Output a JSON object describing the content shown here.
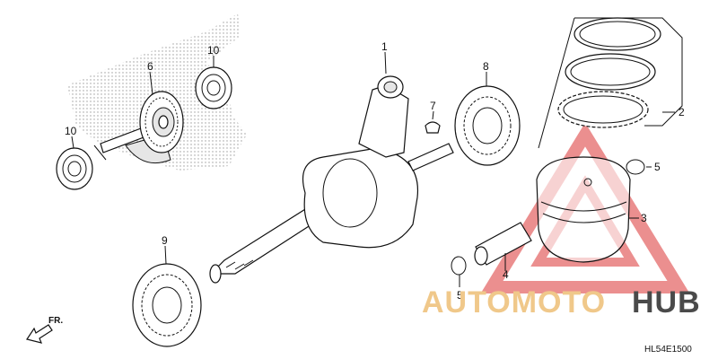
{
  "diagram_code": "HL54E1500",
  "front_label": "FR.",
  "callouts": [
    {
      "id": "p1",
      "label": "1"
    },
    {
      "id": "p2",
      "label": "2"
    },
    {
      "id": "p3",
      "label": "3"
    },
    {
      "id": "p4",
      "label": "4"
    },
    {
      "id": "p5a",
      "label": "5"
    },
    {
      "id": "p5b",
      "label": "5"
    },
    {
      "id": "p6",
      "label": "6"
    },
    {
      "id": "p7",
      "label": "7"
    },
    {
      "id": "p8",
      "label": "8"
    },
    {
      "id": "p9",
      "label": "9"
    },
    {
      "id": "p10a",
      "label": "10"
    },
    {
      "id": "p10b",
      "label": "10"
    }
  ],
  "watermark": {
    "part1": "AUTOMOTO",
    "part2": "HUB",
    "color_primary": "#f0c88a",
    "color_secondary": "#4a4a4a",
    "logo_color": "#e05050"
  }
}
